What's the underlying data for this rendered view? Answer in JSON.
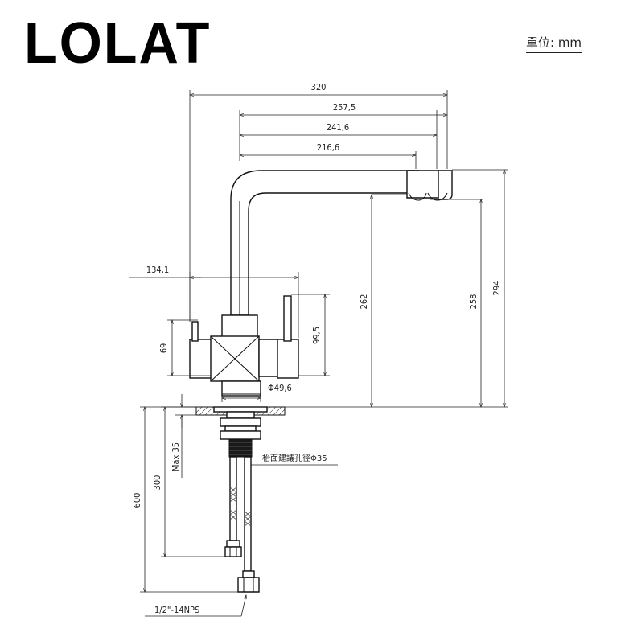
{
  "brand": {
    "name": "LOLAT"
  },
  "unit_label": "單位: mm",
  "dimensions": {
    "total_reach": "320",
    "reach_2": "257,5",
    "reach_3": "241,6",
    "reach_4": "216,6",
    "handle_span": "134,1",
    "body_height": "69",
    "handle_height": "99,5",
    "base_diameter": "Φ49,6",
    "outlet_height": "262",
    "spout_height": "258",
    "total_height": "294",
    "max_thickness": "Max 35",
    "hose_length_short": "300",
    "hose_length_long": "600",
    "hole_note": "枱面建議孔徑Φ35",
    "thread": "1/2\"-14NPS"
  },
  "colors": {
    "line": "#111111",
    "text": "#222222",
    "thread_fill": "#1a1a1a",
    "knurl": "#555555"
  }
}
